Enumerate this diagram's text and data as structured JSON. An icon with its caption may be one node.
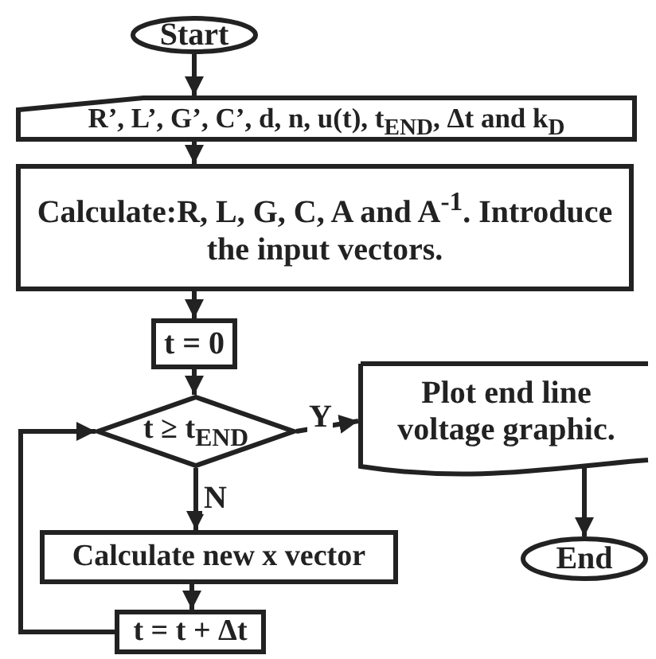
{
  "diagram": {
    "nodes": [
      {
        "text": [
          "Start"
        ]
      },
      {
        "text": [
          "R’, L’, G’, C’, d, n, u(t), t$_{END}$, Δt and k$_{D}$"
        ]
      },
      {
        "text": [
          "Calculate:R, L, G, C, A and A$^{-1}$. Introduce the input vectors."
        ]
      },
      {
        "text": [
          "t = 0"
        ]
      },
      {
        "text": [
          "t ≥ t$_{END}$"
        ]
      },
      {
        "text": [
          "Plot end line voltage graphic."
        ]
      },
      {
        "text": [
          "Calculate new x vector"
        ]
      },
      {
        "text": [
          "t = t + Δt"
        ]
      },
      {
        "text": [
          "End"
        ]
      }
    ],
    "edges": [
      {
        "from": 0,
        "to": 1,
        "arrow": "to"
      },
      {
        "from": 1,
        "to": 2,
        "arrow": "to"
      },
      {
        "from": 2,
        "to": 3,
        "arrow": "to"
      },
      {
        "from": 3,
        "to": 4,
        "arrow": "to"
      },
      {
        "from": 4,
        "to": 5,
        "arrow": "to",
        "label": "Y"
      },
      {
        "from": 4,
        "to": 6,
        "arrow": "to",
        "label": "N"
      },
      {
        "from": 6,
        "to": 7,
        "arrow": "to"
      },
      {
        "from": 7,
        "to": 4,
        "arrow": "to"
      },
      {
        "from": 5,
        "to": 8,
        "arrow": "to"
      }
    ]
  }
}
